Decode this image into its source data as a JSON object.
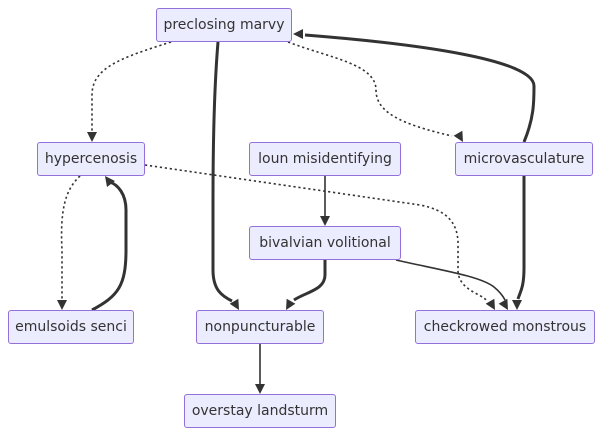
{
  "diagram": {
    "type": "flowchart",
    "nodes": [
      {
        "id": "preclosing",
        "label": "preclosing marvy"
      },
      {
        "id": "hypercenosis",
        "label": "hypercenosis"
      },
      {
        "id": "loun",
        "label": "loun misidentifying"
      },
      {
        "id": "micro",
        "label": "microvasculature"
      },
      {
        "id": "bivalvian",
        "label": "bivalvian volitional"
      },
      {
        "id": "emulsoids",
        "label": "emulsoids senci"
      },
      {
        "id": "nonpuncturable",
        "label": "nonpuncturable"
      },
      {
        "id": "checkrowed",
        "label": "checkrowed monstrous"
      },
      {
        "id": "overstay",
        "label": "overstay landsturm"
      }
    ],
    "edges": [
      {
        "from": "preclosing",
        "to": "hypercenosis",
        "style": "dotted"
      },
      {
        "from": "preclosing",
        "to": "nonpuncturable",
        "style": "thick"
      },
      {
        "from": "preclosing",
        "to": "micro",
        "style": "dotted"
      },
      {
        "from": "micro",
        "to": "preclosing",
        "style": "thick"
      },
      {
        "from": "micro",
        "to": "checkrowed",
        "style": "thick"
      },
      {
        "from": "hypercenosis",
        "to": "emulsoids",
        "style": "dotted"
      },
      {
        "from": "emulsoids",
        "to": "hypercenosis",
        "style": "thick"
      },
      {
        "from": "hypercenosis",
        "to": "checkrowed",
        "style": "dotted"
      },
      {
        "from": "loun",
        "to": "bivalvian",
        "style": "solid"
      },
      {
        "from": "bivalvian",
        "to": "nonpuncturable",
        "style": "thick"
      },
      {
        "from": "bivalvian",
        "to": "checkrowed",
        "style": "solid"
      },
      {
        "from": "nonpuncturable",
        "to": "overstay",
        "style": "solid"
      }
    ]
  },
  "colors": {
    "node_fill": "#ECECFF",
    "node_border": "#9370DB",
    "text": "#333333",
    "edge": "#333333"
  }
}
